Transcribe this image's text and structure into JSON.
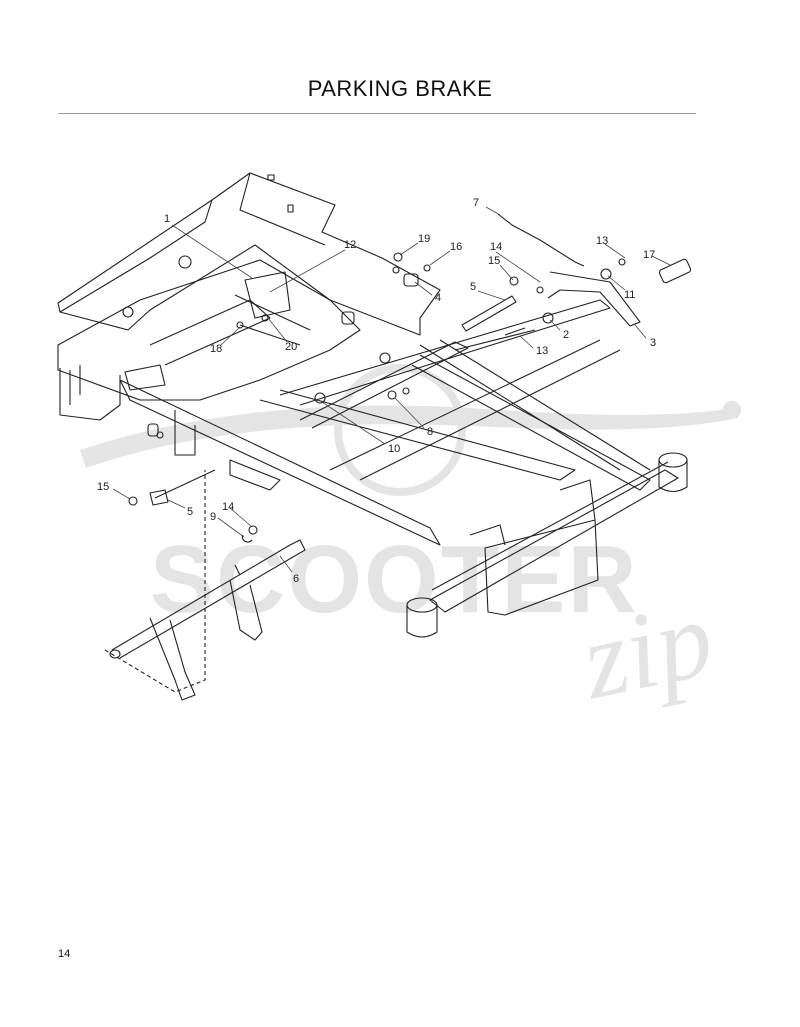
{
  "page": {
    "title": "PARKING BRAKE",
    "page_number": "14"
  },
  "watermark": {
    "brand": "SCOOTER",
    "script": "zip"
  },
  "callouts": [
    {
      "id": "c1",
      "label": "1"
    },
    {
      "id": "c12",
      "label": "12"
    },
    {
      "id": "c19",
      "label": "19"
    },
    {
      "id": "c16",
      "label": "16"
    },
    {
      "id": "c7",
      "label": "7"
    },
    {
      "id": "c14a",
      "label": "14"
    },
    {
      "id": "c15a",
      "label": "15"
    },
    {
      "id": "c13a",
      "label": "13"
    },
    {
      "id": "c17",
      "label": "17"
    },
    {
      "id": "c4",
      "label": "4"
    },
    {
      "id": "c5a",
      "label": "5"
    },
    {
      "id": "c11",
      "label": "11"
    },
    {
      "id": "c2",
      "label": "2"
    },
    {
      "id": "c3",
      "label": "3"
    },
    {
      "id": "c13b",
      "label": "13"
    },
    {
      "id": "c18",
      "label": "18"
    },
    {
      "id": "c20",
      "label": "20"
    },
    {
      "id": "c8",
      "label": "8"
    },
    {
      "id": "c10",
      "label": "10"
    },
    {
      "id": "c15b",
      "label": "15"
    },
    {
      "id": "c5b",
      "label": "5"
    },
    {
      "id": "c14b",
      "label": "14"
    },
    {
      "id": "c9",
      "label": "9"
    },
    {
      "id": "c6",
      "label": "6"
    }
  ]
}
